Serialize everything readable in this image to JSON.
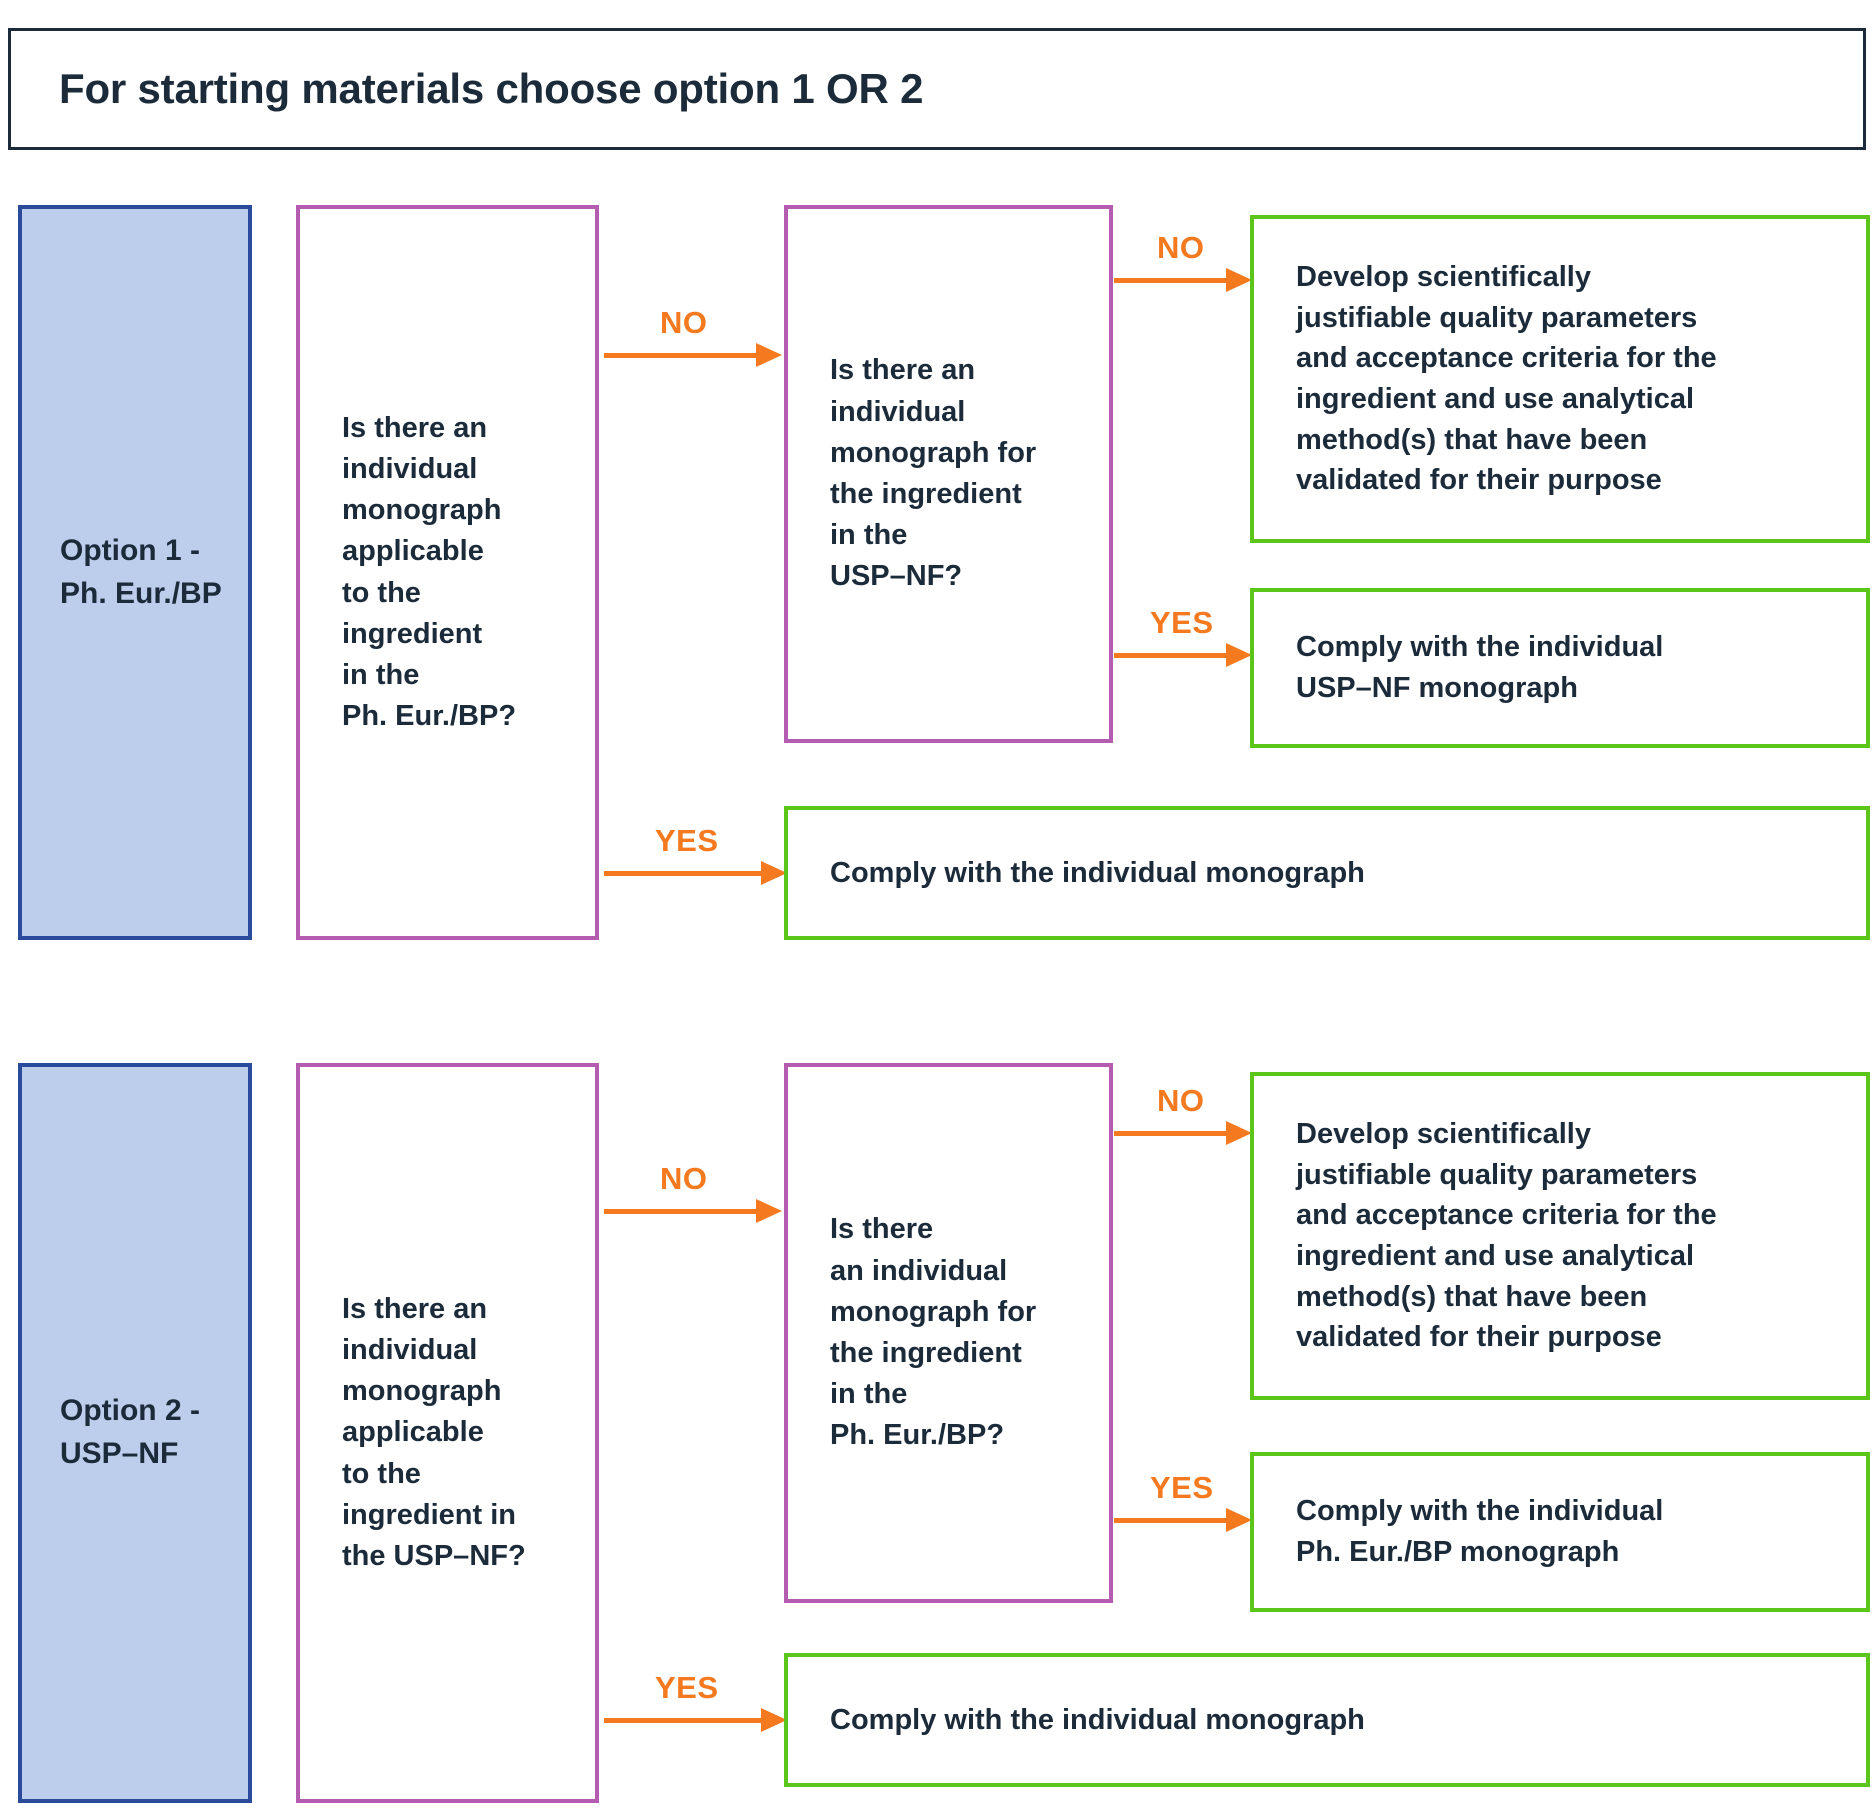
{
  "title": "For starting materials choose option 1 OR 2",
  "colors": {
    "blue_border": "#2a4a9c",
    "blue_fill": "#bcceec",
    "purple_border": "#b45cb0",
    "green_border": "#5cc519",
    "orange_arrow": "#f4791f",
    "text": "#1c2b3a",
    "title_border": "#1c2b3a"
  },
  "option1": {
    "start_label": "Option 1 -\nPh. Eur./BP",
    "decision1": "Is there an\nindividual\nmonograph\napplicable\nto the\ningredient\nin the\nPh. Eur./BP?",
    "decision2": "Is there an\nindividual\nmonograph for\nthe ingredient\nin the\nUSP–NF?",
    "arrow_no_1": "NO",
    "arrow_no_2": "NO",
    "arrow_yes_1": "YES",
    "arrow_yes_2": "YES",
    "outcome_develop": "Develop scientifically\njustifiable quality parameters\nand acceptance criteria for the\ningredient and use analytical\nmethod(s) that have been\nvalidated for their purpose",
    "outcome_comply_usp": "Comply with the individual\nUSP–NF monograph",
    "outcome_comply_individual": "Comply with the individual monograph"
  },
  "option2": {
    "start_label": "Option 2 -\nUSP–NF",
    "decision1": "Is there an\nindividual\nmonograph\napplicable\nto the\ningredient in\nthe USP–NF?",
    "decision2": "Is there\nan individual\nmonograph for\nthe ingredient\nin the\nPh. Eur./BP?",
    "arrow_no_1": "NO",
    "arrow_no_2": "NO",
    "arrow_yes_1": "YES",
    "arrow_yes_2": "YES",
    "outcome_develop": "Develop scientifically\njustifiable quality parameters\nand acceptance criteria for the\ningredient and use analytical\nmethod(s) that have been\nvalidated for their purpose",
    "outcome_comply_pheur": "Comply with the individual\nPh. Eur./BP monograph",
    "outcome_comply_individual": "Comply with the individual monograph"
  }
}
